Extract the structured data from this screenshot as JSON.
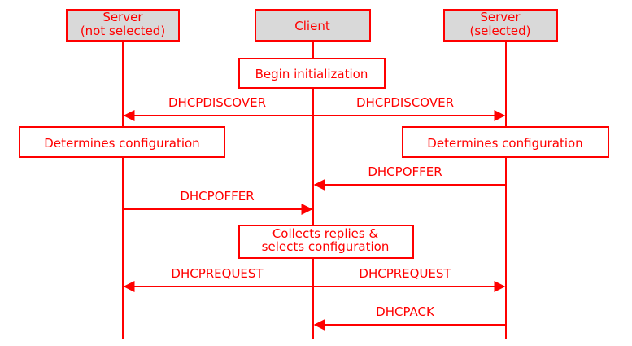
{
  "colors": {
    "line": "#ff0000",
    "text": "#ff0000",
    "header_fill": "#d9d9d9",
    "box_fill": "#ffffff"
  },
  "participants": {
    "server_not_selected": {
      "line1": "Server",
      "line2": "(not selected)"
    },
    "client": {
      "label": "Client"
    },
    "server_selected": {
      "line1": "Server",
      "line2": "(selected)"
    }
  },
  "steps": {
    "begin_initialization": "Begin initialization",
    "determines_configuration_left": "Determines configuration",
    "determines_configuration_right": "Determines configuration",
    "collects_replies_line1": "Collects replies &",
    "collects_replies_line2": "selects configuration"
  },
  "messages": {
    "discover_left": "DHCPDISCOVER",
    "discover_right": "DHCPDISCOVER",
    "offer_right": "DHCPOFFER",
    "offer_left": "DHCPOFFER",
    "request_left": "DHCPREQUEST",
    "request_right": "DHCPREQUEST",
    "ack": "DHCPACK"
  }
}
